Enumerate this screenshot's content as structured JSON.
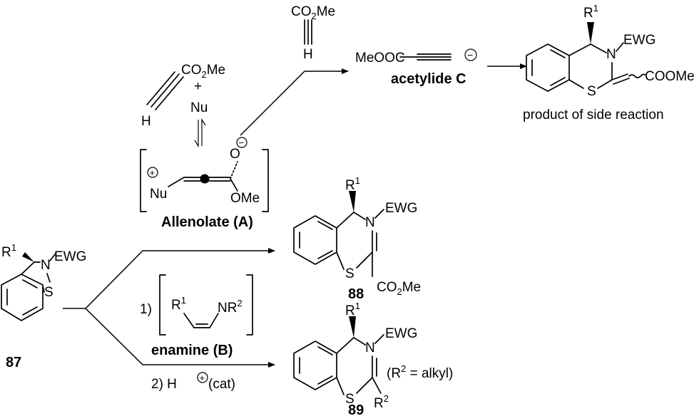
{
  "top_reagent": {
    "ester": "CO",
    "ester_sub": "2",
    "ester_tail": "Me",
    "h": "H"
  },
  "left_reagents": {
    "ester": "CO",
    "ester_sub": "2",
    "ester_tail": "Me",
    "plus": "+",
    "nu": "Nu",
    "h": "H"
  },
  "allenolate": {
    "nu": "Nu",
    "o": "O",
    "ome": "OMe",
    "label": "Allenolate (A)",
    "plus_charge": "+",
    "minus_charge": "−"
  },
  "acetylide": {
    "formula": "MeOOC",
    "label": "acetylide C",
    "charge": "−"
  },
  "side_product": {
    "r": "R",
    "r_sup": "1",
    "n": "N",
    "ewg": "EWG",
    "s": "S",
    "coome": "COOMe",
    "label": "product of side reaction"
  },
  "compound87": {
    "r": "R",
    "r_sup": "1",
    "n": "N",
    "ewg": "EWG",
    "s": "S",
    "label": "87"
  },
  "compound88": {
    "r": "R",
    "r_sup": "1",
    "n": "N",
    "ewg": "EWG",
    "s": "S",
    "ester": "CO",
    "ester_sub": "2",
    "ester_tail": "Me",
    "label": "88"
  },
  "enamine": {
    "step": "1)",
    "r": "R",
    "r_sup": "1",
    "nr": "NR",
    "nr_sup": "2",
    "label": "enamine (B)"
  },
  "acid": {
    "step": "2) H",
    "charge": "+",
    "cat": "(cat)"
  },
  "compound89": {
    "r": "R",
    "r_sup": "1",
    "n": "N",
    "ewg": "EWG",
    "s": "S",
    "r2": "R",
    "r2_sup": "2",
    "label": "89",
    "note_open": "(R",
    "note_sup": "2",
    "note_rest": " = alkyl)"
  }
}
